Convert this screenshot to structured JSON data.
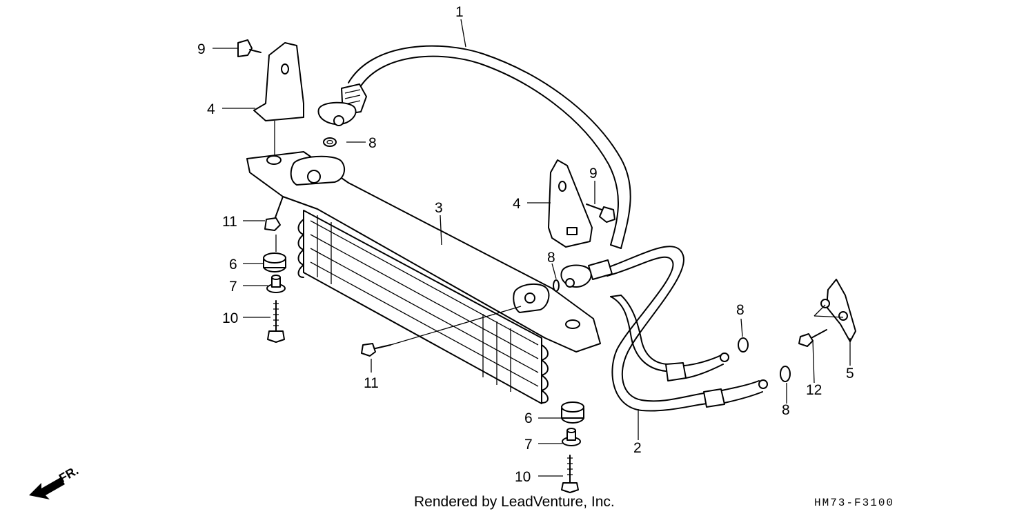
{
  "diagram": {
    "callouts": [
      {
        "id": "c1",
        "label": "1"
      },
      {
        "id": "c2",
        "label": "2"
      },
      {
        "id": "c3",
        "label": "3"
      },
      {
        "id": "c4a",
        "label": "4"
      },
      {
        "id": "c4b",
        "label": "4"
      },
      {
        "id": "c5",
        "label": "5"
      },
      {
        "id": "c6a",
        "label": "6"
      },
      {
        "id": "c6b",
        "label": "6"
      },
      {
        "id": "c7a",
        "label": "7"
      },
      {
        "id": "c7b",
        "label": "7"
      },
      {
        "id": "c8a",
        "label": "8"
      },
      {
        "id": "c8b",
        "label": "8"
      },
      {
        "id": "c8c",
        "label": "8"
      },
      {
        "id": "c8d",
        "label": "8"
      },
      {
        "id": "c9a",
        "label": "9"
      },
      {
        "id": "c9b",
        "label": "9"
      },
      {
        "id": "c10a",
        "label": "10"
      },
      {
        "id": "c10b",
        "label": "10"
      },
      {
        "id": "c11a",
        "label": "11"
      },
      {
        "id": "c11b",
        "label": "11"
      },
      {
        "id": "c12",
        "label": "12"
      }
    ],
    "front_indicator": "FR.",
    "credit": "Rendered by LeadVenture, Inc.",
    "code": "HM73-F3100"
  }
}
